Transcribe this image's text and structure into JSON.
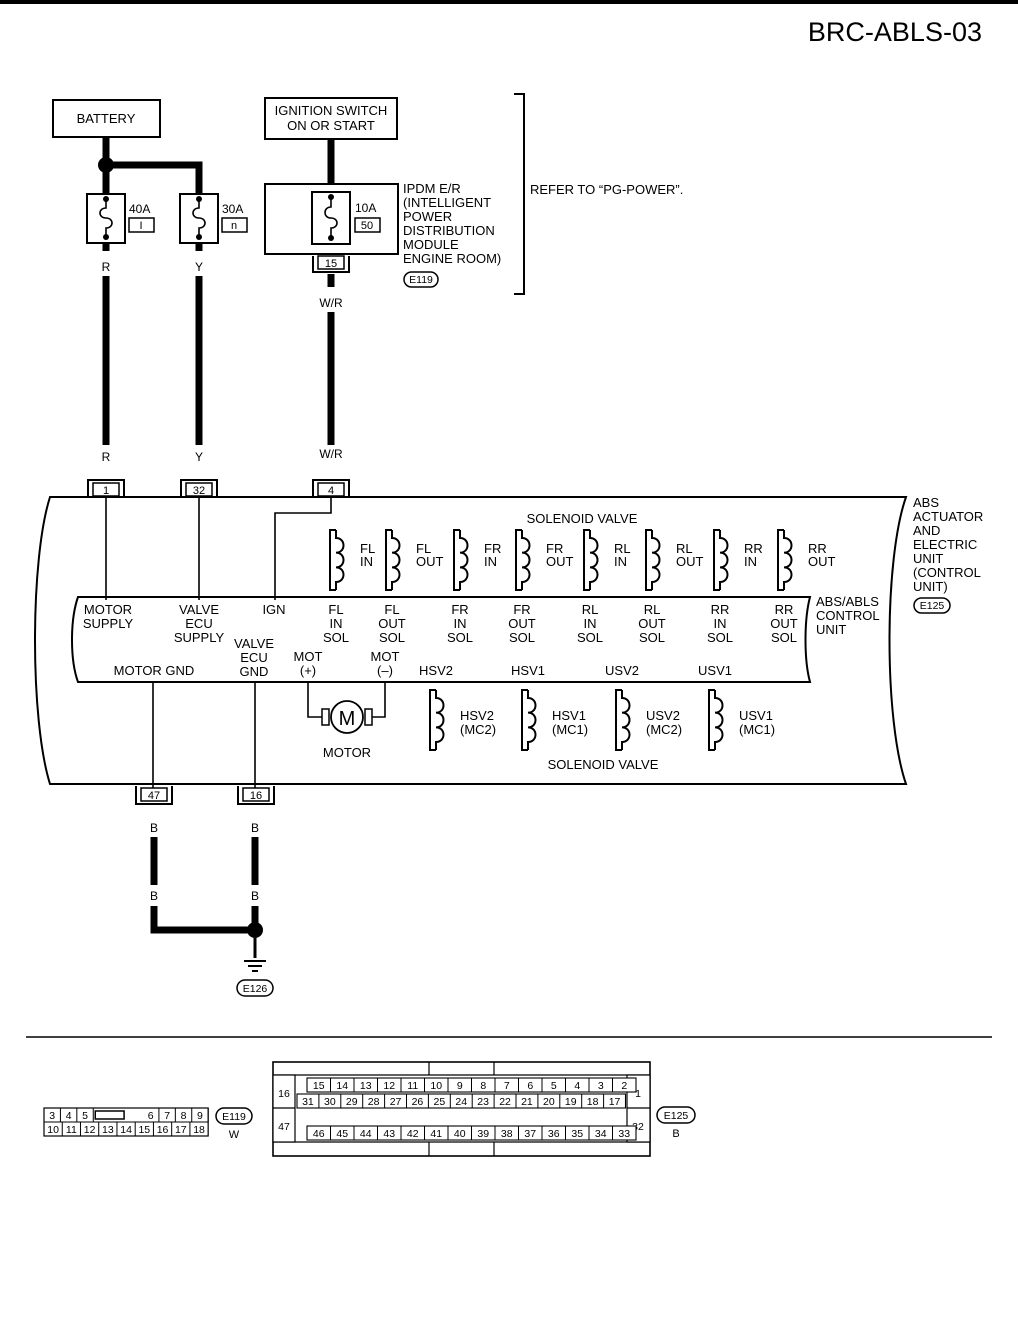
{
  "header": {
    "code": "BRC-ABLS-03"
  },
  "power": {
    "battery": "BATTERY",
    "ignition": [
      "IGNITION SWITCH",
      "ON OR START"
    ],
    "ipdm": [
      "IPDM E/R",
      "(INTELLIGENT",
      "POWER",
      "DISTRIBUTION",
      "MODULE",
      "ENGINE ROOM)"
    ],
    "ipdm_connector": "E119",
    "refer": "REFER TO “PG-POWER”.",
    "fuses": [
      {
        "amp": "40A",
        "code": "I"
      },
      {
        "amp": "30A",
        "code": "n"
      },
      {
        "amp": "10A",
        "code": "50"
      }
    ],
    "ipdm_pin": "15"
  },
  "wires": {
    "r": "R",
    "y": "Y",
    "wr": "W/R",
    "b": "B"
  },
  "pins": {
    "motor_supply": "1",
    "valve_supply": "32",
    "ign": "4",
    "motor_gnd": "47",
    "valve_gnd": "16"
  },
  "unit": {
    "name": [
      "ABS",
      "ACTUATOR",
      "AND",
      "ELECTRIC",
      "UNIT",
      "(CONTROL",
      "UNIT)"
    ],
    "connector": "E125",
    "control_unit": [
      "ABS/ABLS",
      "CONTROL",
      "UNIT"
    ],
    "solenoid_valve": "SOLENOID VALVE",
    "motor_label": "MOTOR",
    "motor_symbol": "M",
    "terminals": {
      "motor_supply": [
        "MOTOR",
        "SUPPLY"
      ],
      "valve_supply": [
        "VALVE",
        "ECU",
        "SUPPLY"
      ],
      "ign": "IGN",
      "motor_gnd": "MOTOR GND",
      "valve_gnd": [
        "VALVE",
        "ECU",
        "GND"
      ],
      "mot_plus": [
        "MOT",
        "(+)"
      ],
      "mot_minus": [
        "MOT",
        "(–)"
      ]
    },
    "solenoids": [
      {
        "coil": [
          "FL",
          "IN"
        ],
        "term": [
          "FL",
          "IN",
          "SOL"
        ]
      },
      {
        "coil": [
          "FL",
          "OUT"
        ],
        "term": [
          "FL",
          "OUT",
          "SOL"
        ]
      },
      {
        "coil": [
          "FR",
          "IN"
        ],
        "term": [
          "FR",
          "IN",
          "SOL"
        ]
      },
      {
        "coil": [
          "FR",
          "OUT"
        ],
        "term": [
          "FR",
          "OUT",
          "SOL"
        ]
      },
      {
        "coil": [
          "RL",
          "IN"
        ],
        "term": [
          "RL",
          "IN",
          "SOL"
        ]
      },
      {
        "coil": [
          "RL",
          "OUT"
        ],
        "term": [
          "RL",
          "OUT",
          "SOL"
        ]
      },
      {
        "coil": [
          "RR",
          "IN"
        ],
        "term": [
          "RR",
          "IN",
          "SOL"
        ]
      },
      {
        "coil": [
          "RR",
          "OUT"
        ],
        "term": [
          "RR",
          "OUT",
          "SOL"
        ]
      }
    ],
    "lower_valves": [
      {
        "term": "HSV2",
        "coil": [
          "HSV2",
          "(MC2)"
        ]
      },
      {
        "term": "HSV1",
        "coil": [
          "HSV1",
          "(MC1)"
        ]
      },
      {
        "term": "USV2",
        "coil": [
          "USV2",
          "(MC2)"
        ]
      },
      {
        "term": "USV1",
        "coil": [
          "USV1",
          "(MC1)"
        ]
      }
    ]
  },
  "ground": {
    "connector": "E126"
  },
  "connectors": {
    "e119": {
      "id": "E119",
      "color": "W",
      "top": [
        "3",
        "4",
        "5",
        "6",
        "7",
        "8",
        "9"
      ],
      "bottom": [
        "10",
        "11",
        "12",
        "13",
        "14",
        "15",
        "16",
        "17",
        "18"
      ]
    },
    "e125": {
      "id": "E125",
      "color": "B",
      "left": [
        "16",
        "47"
      ],
      "right": [
        "1",
        "32"
      ],
      "row1": [
        "15",
        "14",
        "13",
        "12",
        "11",
        "10",
        "9",
        "8",
        "7",
        "6",
        "5",
        "4",
        "3",
        "2"
      ],
      "row2": [
        "31",
        "30",
        "29",
        "28",
        "27",
        "26",
        "25",
        "24",
        "23",
        "22",
        "21",
        "20",
        "19",
        "18",
        "17"
      ],
      "row3": [
        "46",
        "45",
        "44",
        "43",
        "42",
        "41",
        "40",
        "39",
        "38",
        "37",
        "36",
        "35",
        "34",
        "33"
      ]
    }
  }
}
